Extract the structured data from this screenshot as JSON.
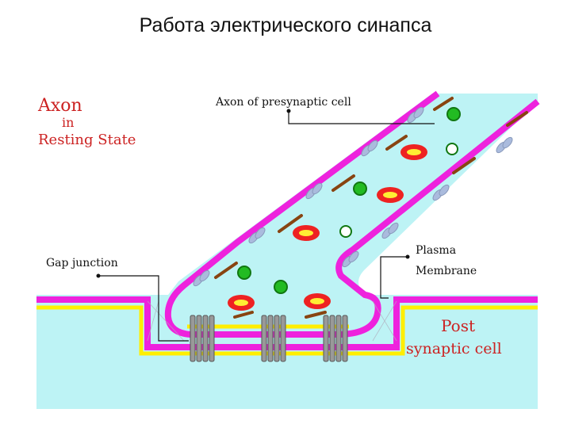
{
  "slide": {
    "title": "Работа электрического синапса"
  },
  "diagram": {
    "heading": {
      "line1": "Axon",
      "line2": "in",
      "line3": "Resting State"
    },
    "labels": {
      "axon_presynaptic": "Axon of presynaptic  cell",
      "gap_junction": "Gap junction",
      "plasma_line1": "Plasma",
      "plasma_line2": "Membrane",
      "post_line1": "Post",
      "post_line2": "synaptic cell"
    },
    "colors": {
      "cytoplasm": "#bdf3f5",
      "membrane": "#ee22dd",
      "membrane_inner": "#ffee00",
      "vesicle": "#ee2222",
      "ion_green": "#22bb22",
      "channel": "#aabbdd",
      "heading_text": "#cc2222",
      "label_text": "#111111"
    }
  }
}
